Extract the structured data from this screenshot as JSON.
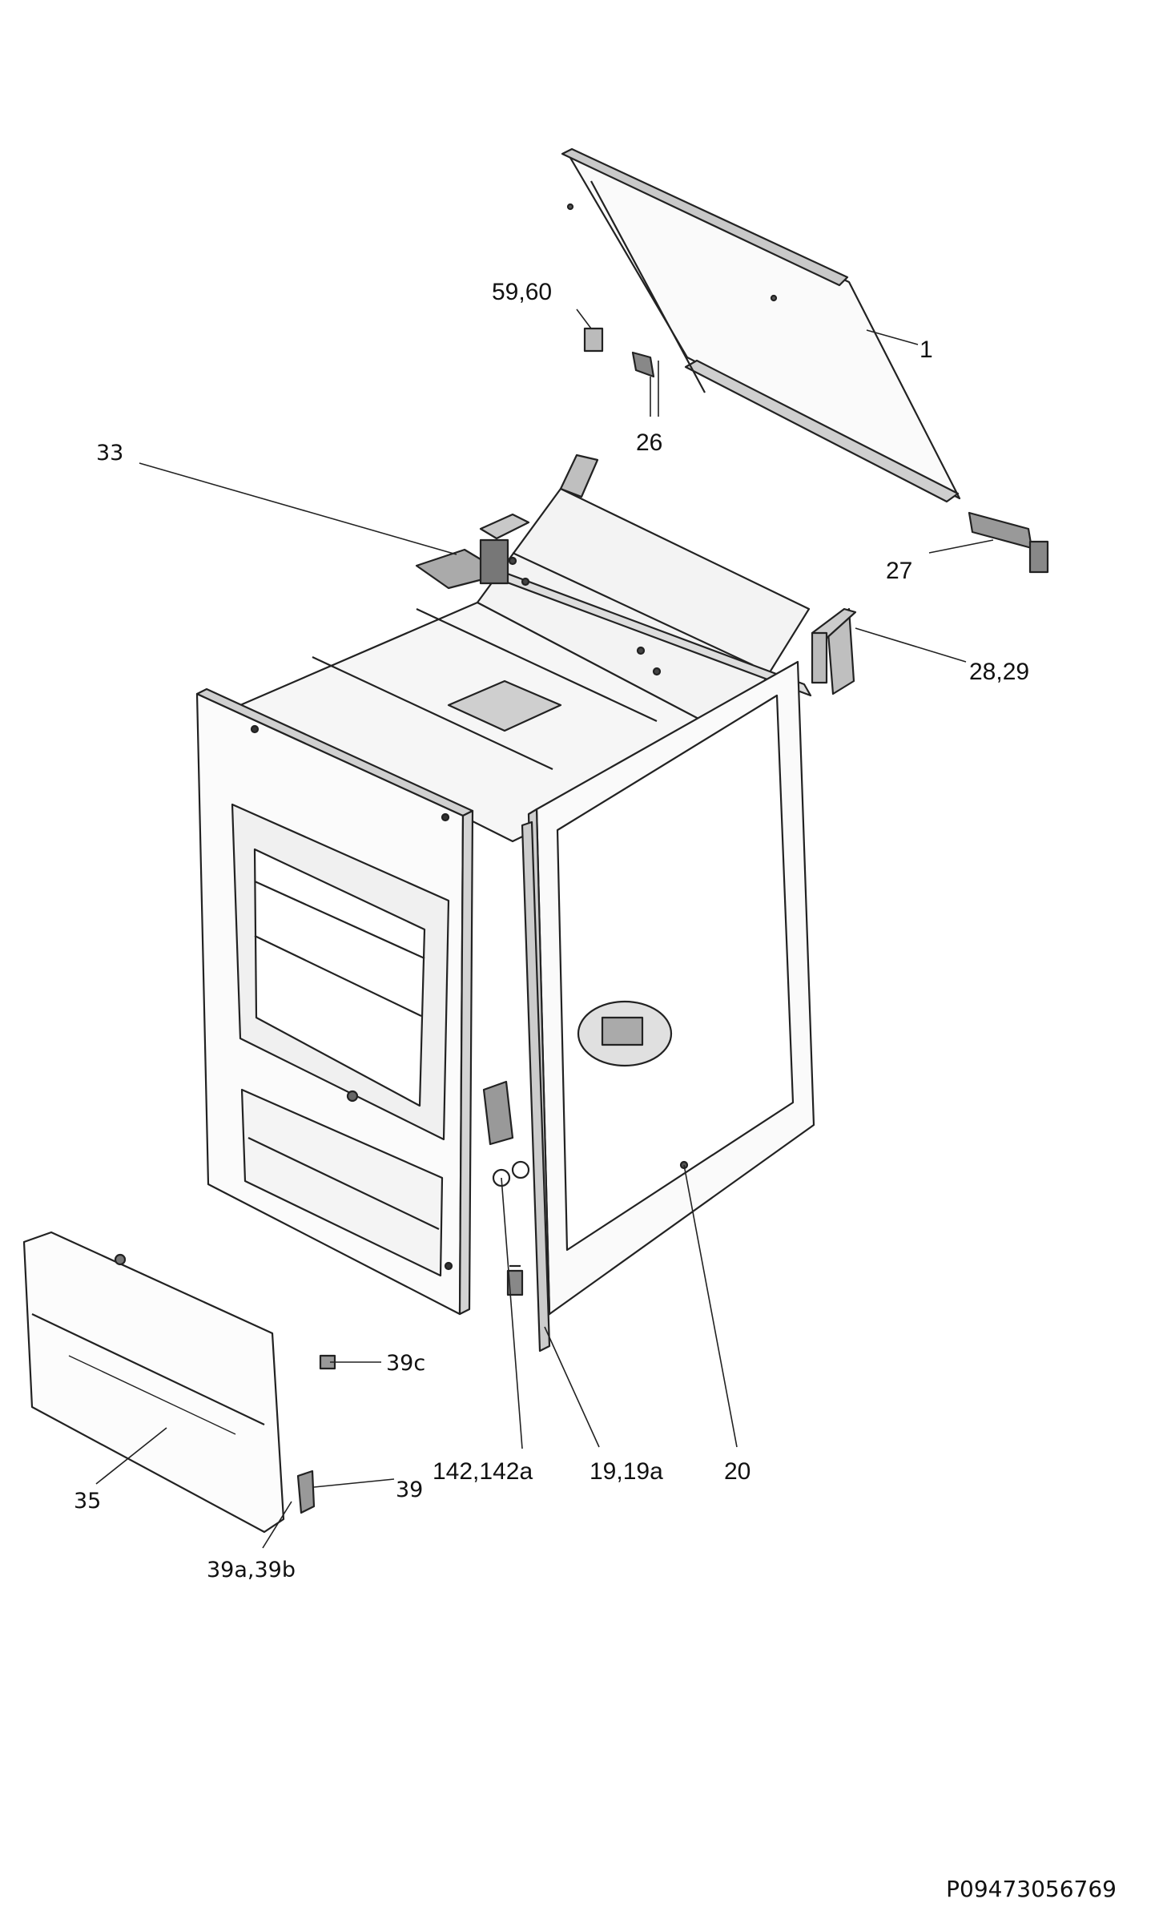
{
  "labels": {
    "p1": "1",
    "p59_60": "59,60",
    "p26": "26",
    "p33": "33",
    "p27": "27",
    "p28_29": "28,29",
    "p39c": "39c",
    "p39": "39",
    "p35": "35",
    "p39a_39b": "39a,39b",
    "p142": "142,142a",
    "p19": "19,19a",
    "p20": "20"
  },
  "reference_code": "P09473056769"
}
